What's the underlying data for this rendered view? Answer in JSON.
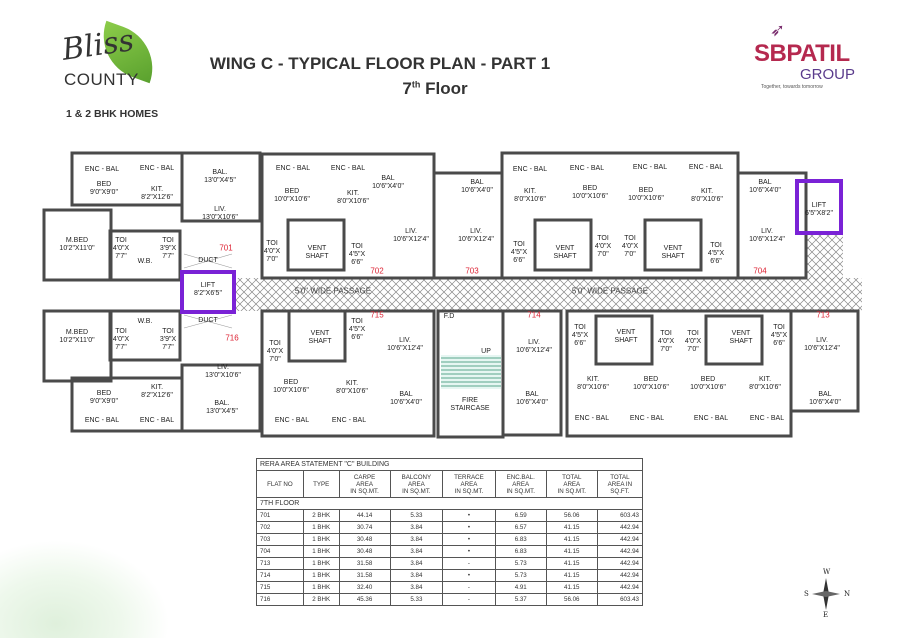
{
  "brand": {
    "logo_script": "Bliss",
    "logo_name": "COUNTY",
    "tagline": "1 & 2 BHK HOMES"
  },
  "developer": {
    "name": "SBPATIL",
    "group": "GROUP",
    "tagline": "Together, towards tomorrow"
  },
  "header": {
    "title": "WING C - TYPICAL FLOOR PLAN - PART 1",
    "floor_num": "7",
    "floor_sup": "th",
    "floor_word": "Floor"
  },
  "plan": {
    "passage": "5'0\" WIDE PASSAGE",
    "flats": [
      "701",
      "702",
      "703",
      "704",
      "713",
      "714",
      "715",
      "716"
    ],
    "fd": "F.D",
    "up": "UP",
    "staircase": "FIRE\nSTAIRCASE",
    "rooms": [
      "ENC - BAL",
      "ENC - BAL",
      "BED\n9'0\"X9'0\"",
      "KIT.\n8'2\"X12'6\"",
      "BAL.\n13'0\"X4'5\"",
      "LIV.\n13'0\"X10'6\"",
      "M.BED\n10'2\"X11'0\"",
      "TOI\n4'0\"X\n7'7\"",
      "W.B.",
      "TOI\n3'9\"X\n7'7\"",
      "DUCT",
      "LIFT\n8'2\"X6'5\"",
      "DUCT",
      "M.BED\n10'2\"X11'0\"",
      "TOI\n4'0\"X\n7'7\"",
      "W.B.",
      "TOI\n3'9\"X\n7'7\"",
      "LIV.\n13'0\"X10'6\"",
      "KIT.\n8'2\"X12'6\"",
      "BED\n9'0\"X9'0\"",
      "BAL.\n13'0\"X4'5\"",
      "ENC - BAL",
      "ENC - BAL",
      "ENC - BAL",
      "ENC - BAL",
      "BED\n10'0\"X10'6\"",
      "KIT.\n8'0\"X10'6\"",
      "TOI\n4'0\"X\n7'0\"",
      "VENT\nSHAFT",
      "TOI\n4'5\"X\n6'6\"",
      "BAL\n10'6\"X4'0\"",
      "LIV.\n10'6\"X12'4\"",
      "LIV.\n10'6\"X12'4\"",
      "TOI\n4'0\"X\n7'0\"",
      "VENT\nSHAFT",
      "TOI\n4'5\"X\n6'6\"",
      "BED\n10'0\"X10'6\"",
      "KIT.\n8'0\"X10'6\"",
      "BAL\n10'6\"X4'0\"",
      "ENC - BAL",
      "ENC - BAL",
      "BAL\n10'6\"X4'0\"",
      "LIV.\n10'6\"X12'4\"",
      "ENC - BAL",
      "ENC - BAL",
      "ENC - BAL",
      "ENC - BAL",
      "KIT.\n8'0\"X10'6\"",
      "BED\n10'0\"X10'6\"",
      "BED\n10'0\"X10'6\"",
      "KIT.\n8'0\"X10'6\"",
      "TOI\n4'5\"X\n6'6\"",
      "VENT\nSHAFT",
      "TOI\n4'0\"X\n7'0\"",
      "TOI\n4'0\"X\n7'0\"",
      "VENT\nSHAFT",
      "TOI\n4'5\"X\n6'6\"",
      "BAL\n10'6\"X4'0\"",
      "LIV.\n10'6\"X12'4\"",
      "LIFT\n6'5\"X8'2\"",
      "LIV.\n10'6\"X12'4\"",
      "TOI\n4'5\"X\n6'6\"",
      "VENT\nSHAFT",
      "TOI\n4'0\"X\n7'0\"",
      "TOI\n4'0\"X\n7'0\"",
      "VENT\nSHAFT",
      "TOI\n4'5\"X\n6'6\"",
      "LIV.\n10'6\"X12'4\"",
      "BAL\n10'6\"X4'0\"",
      "KIT.\n8'0\"X10'6\"",
      "BED\n10'0\"X10'6\"",
      "BED\n10'0\"X10'6\"",
      "KIT.\n8'0\"X10'6\"",
      "BAL\n10'6\"X4'0\"",
      "ENC - BAL",
      "ENC - BAL",
      "ENC - BAL",
      "ENC - BAL"
    ]
  },
  "rera": {
    "title": "RERA AREA STATEMENT \"C\" BUILDING",
    "headers": [
      "FLAT NO",
      "TYPE",
      "CARPE\nAREA\nIN SQ.MT.",
      "BALCONY\nAREA\nIN SQ.MT.",
      "TERRACE\nAREA\nIN SQ.MT.",
      "ENC.BAL.\nAREA\nIN SQ.MT.",
      "TOTAL\nAREA\nIN SQ.MT.",
      "TOTAL\nAREA IN\nSQ.FT."
    ],
    "floor_label": "7TH FLOOR",
    "rows": [
      [
        "701",
        "2 BHK",
        "44.14",
        "5.33",
        "•",
        "6.59",
        "56.06",
        "603.43"
      ],
      [
        "702",
        "1 BHK",
        "30.74",
        "3.84",
        "•",
        "6.57",
        "41.15",
        "442.94"
      ],
      [
        "703",
        "1 BHK",
        "30.48",
        "3.84",
        "•",
        "6.83",
        "41.15",
        "442.94"
      ],
      [
        "704",
        "1 BHK",
        "30.48",
        "3.84",
        "•",
        "6.83",
        "41.15",
        "442.94"
      ],
      [
        "713",
        "1 BHK",
        "31.58",
        "3.84",
        "-",
        "5.73",
        "41.15",
        "442.94"
      ],
      [
        "714",
        "1 BHK",
        "31.58",
        "3.84",
        "•",
        "5.73",
        "41.15",
        "442.94"
      ],
      [
        "715",
        "1 BHK",
        "32.40",
        "3.84",
        "-",
        "4.91",
        "41.15",
        "442.94"
      ],
      [
        "716",
        "2 BHK",
        "45.36",
        "5.33",
        "-",
        "5.37",
        "56.06",
        "603.43"
      ]
    ]
  },
  "compass": {
    "n": "N",
    "s": "S",
    "e": "E",
    "w": "W"
  },
  "colors": {
    "wall": "#4a4a4a",
    "lift": "#7a22d6",
    "flat_no": "#dd2233",
    "window": "#2a7fd0"
  }
}
